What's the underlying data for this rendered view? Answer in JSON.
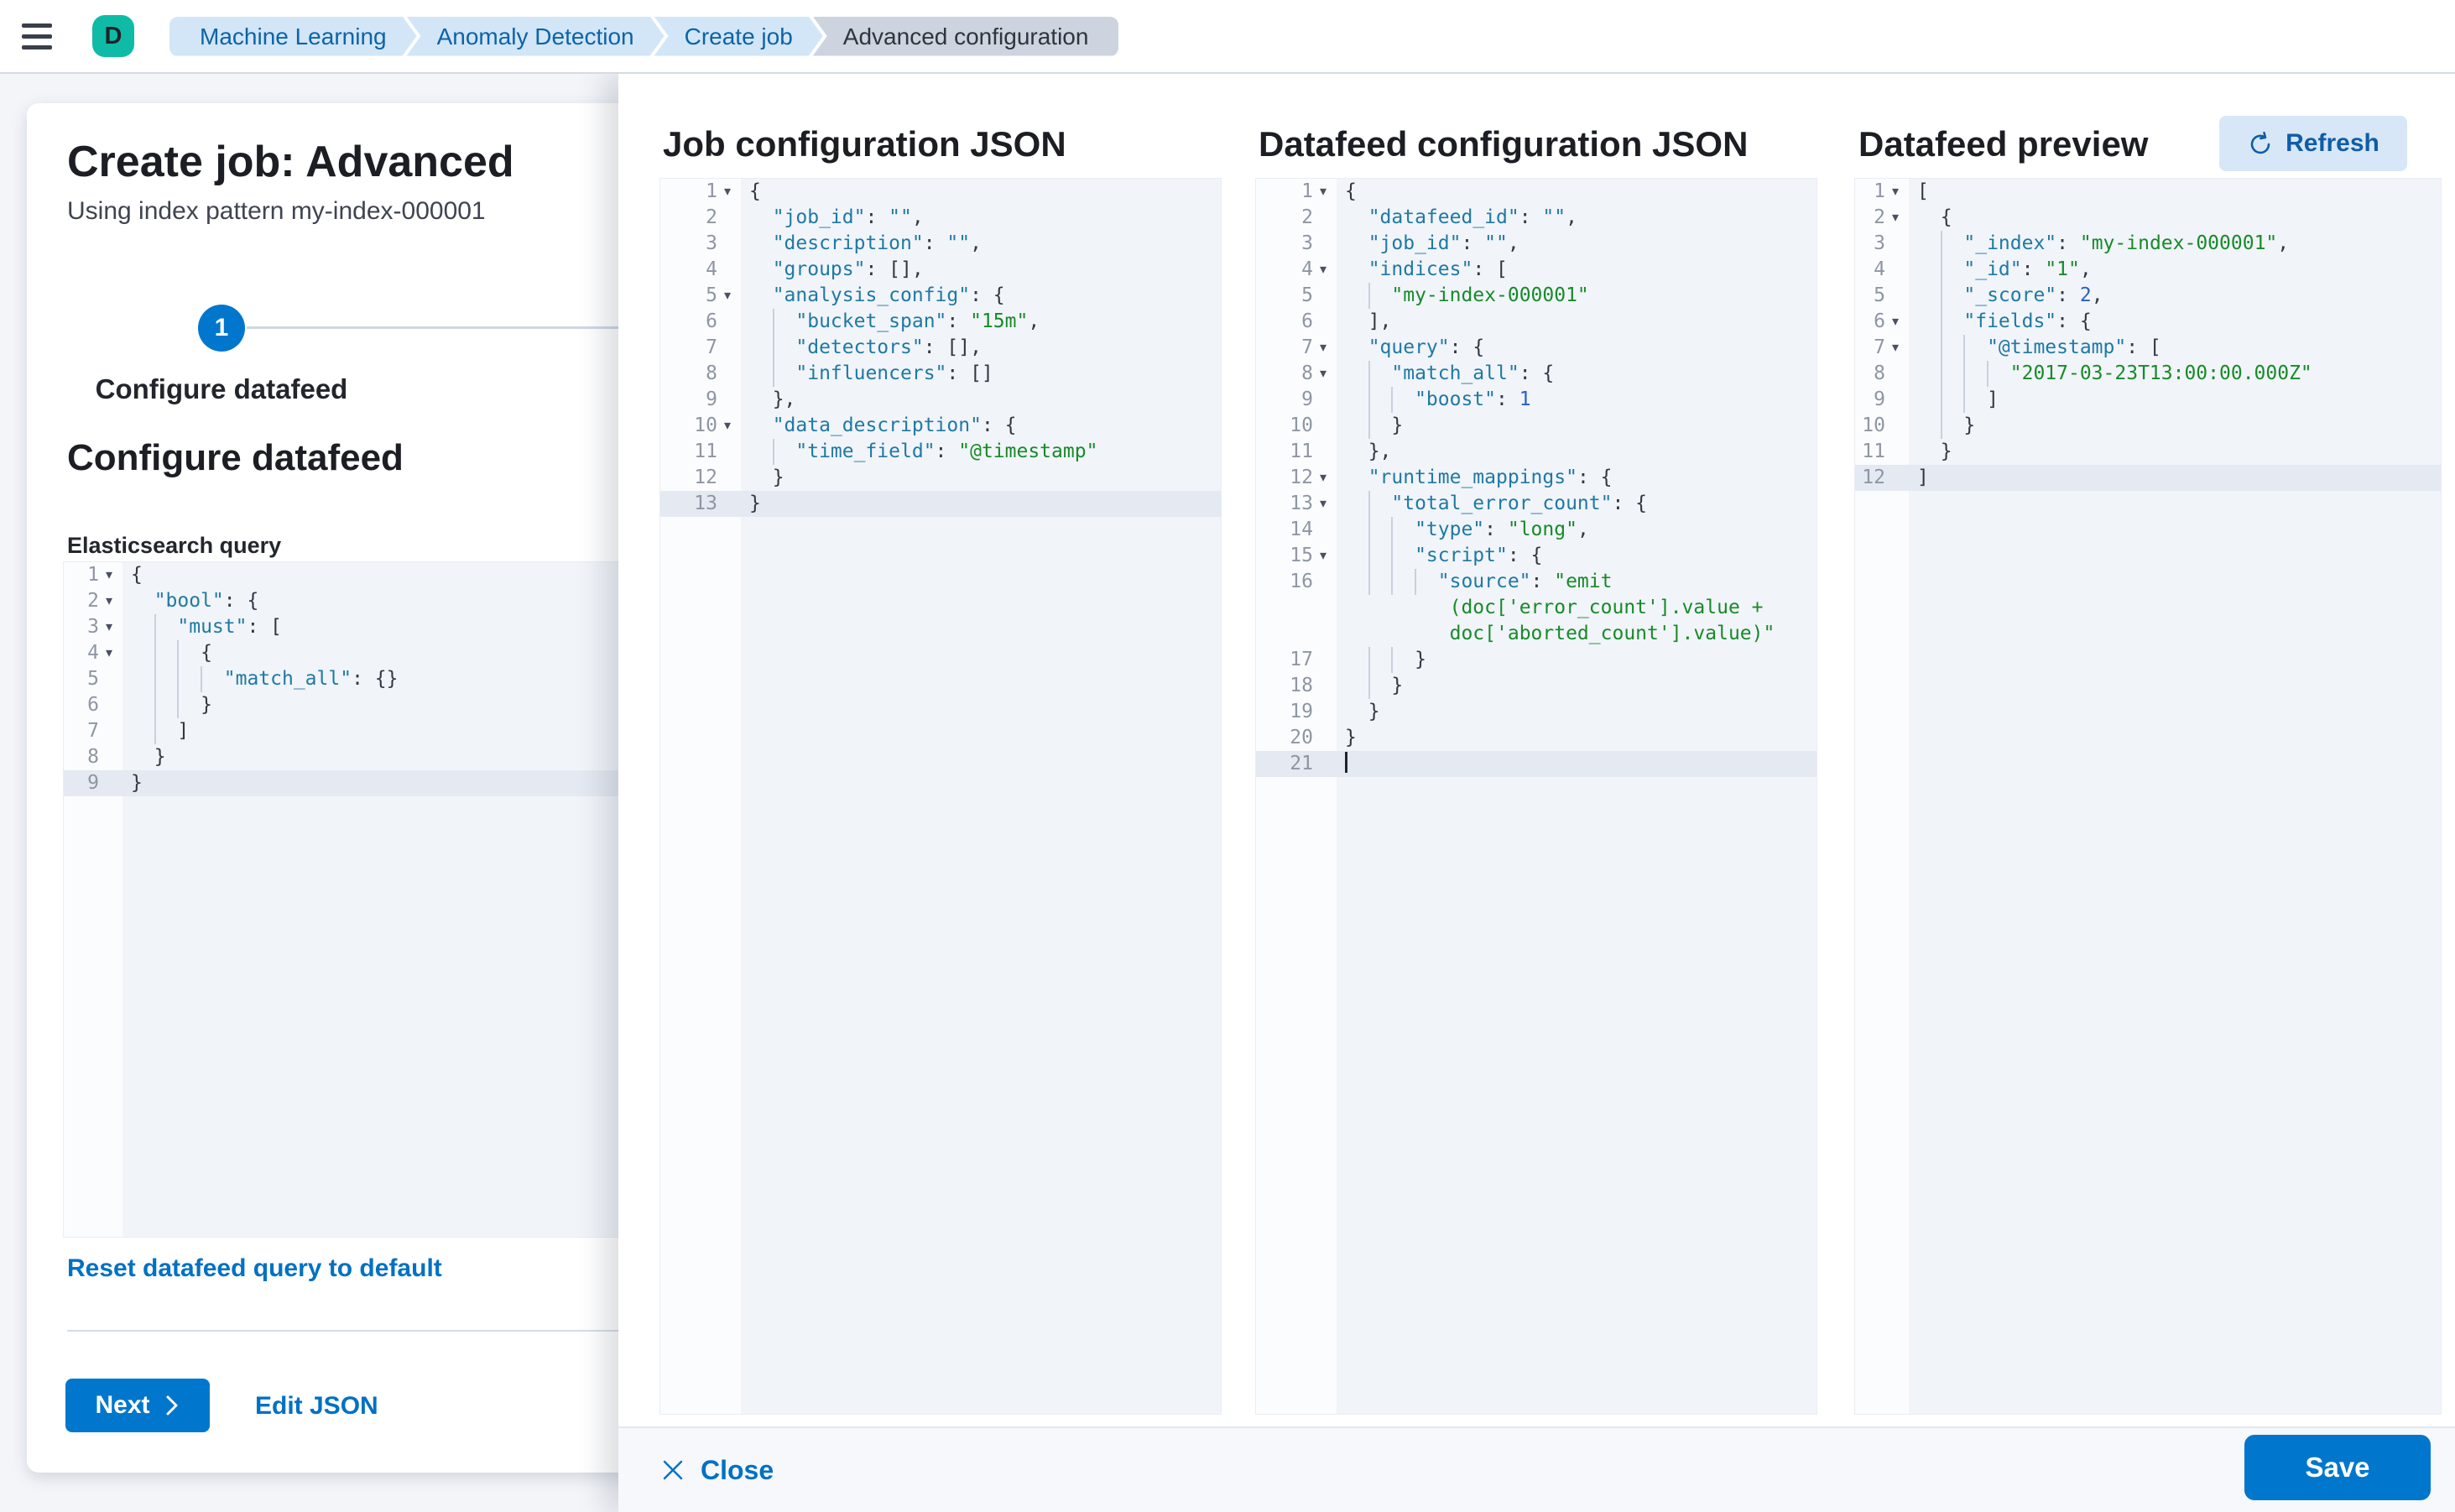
{
  "header": {
    "avatar_initial": "D",
    "breadcrumbs": [
      {
        "label": "Machine Learning",
        "current": false
      },
      {
        "label": "Anomaly Detection",
        "current": false
      },
      {
        "label": "Create job",
        "current": false
      },
      {
        "label": "Advanced configuration",
        "current": true
      }
    ]
  },
  "wizard": {
    "title": "Create job: Advanced",
    "subtitle": "Using index pattern my-index-000001",
    "step_number": "1",
    "step_label": "Configure datafeed",
    "section_heading": "Configure datafeed",
    "query_label": "Elasticsearch query",
    "reset_link": "Reset datafeed query to default",
    "next_button": "Next",
    "edit_json_link": "Edit JSON"
  },
  "flyout": {
    "col1_title": "Job configuration JSON",
    "col2_title": "Datafeed configuration JSON",
    "col3_title": "Datafeed preview",
    "refresh_button": "Refresh",
    "close_button": "Close",
    "save_button": "Save"
  },
  "colors": {
    "primary": "#0077CC",
    "link": "#0071C3",
    "avatar": "#0FBBA6",
    "breadcrumb_bg": "#D2E6F7",
    "breadcrumb_text": "#0D63A8",
    "syntax_key": "#1F79A3",
    "syntax_string": "#178A29",
    "syntax_number": "#2760C6",
    "editor_code_bg": "#F1F4F9",
    "editor_active_line": "#E4E9F2"
  },
  "editors": {
    "es_query": [
      {
        "n": 1,
        "f": 1,
        "i": 0,
        "t": [
          [
            "p",
            "{"
          ]
        ]
      },
      {
        "n": 2,
        "f": 1,
        "i": 1,
        "t": [
          [
            "k",
            "\"bool\""
          ],
          [
            "p",
            ": {"
          ]
        ]
      },
      {
        "n": 3,
        "f": 1,
        "i": 2,
        "t": [
          [
            "k",
            "\"must\""
          ],
          [
            "p",
            ": ["
          ]
        ]
      },
      {
        "n": 4,
        "f": 1,
        "i": 3,
        "t": [
          [
            "p",
            "{"
          ]
        ]
      },
      {
        "n": 5,
        "i": 4,
        "t": [
          [
            "k",
            "\"match_all\""
          ],
          [
            "p",
            ": {}"
          ]
        ]
      },
      {
        "n": 6,
        "i": 3,
        "t": [
          [
            "p",
            "}"
          ]
        ]
      },
      {
        "n": 7,
        "i": 2,
        "t": [
          [
            "p",
            "]"
          ]
        ]
      },
      {
        "n": 8,
        "i": 1,
        "t": [
          [
            "p",
            "}"
          ]
        ]
      },
      {
        "n": 9,
        "a": 1,
        "i": 0,
        "t": [
          [
            "p",
            "}"
          ]
        ]
      }
    ],
    "job_config": [
      {
        "n": 1,
        "f": 1,
        "i": 0,
        "t": [
          [
            "p",
            "{"
          ]
        ]
      },
      {
        "n": 2,
        "i": 1,
        "t": [
          [
            "k",
            "\"job_id\""
          ],
          [
            "p",
            ": "
          ],
          [
            "k",
            "\"\""
          ],
          [
            "p",
            ","
          ]
        ]
      },
      {
        "n": 3,
        "i": 1,
        "t": [
          [
            "k",
            "\"description\""
          ],
          [
            "p",
            ": "
          ],
          [
            "k",
            "\"\""
          ],
          [
            "p",
            ","
          ]
        ]
      },
      {
        "n": 4,
        "i": 1,
        "t": [
          [
            "k",
            "\"groups\""
          ],
          [
            "p",
            ": [],"
          ]
        ]
      },
      {
        "n": 5,
        "f": 1,
        "i": 1,
        "t": [
          [
            "k",
            "\"analysis_config\""
          ],
          [
            "p",
            ": {"
          ]
        ]
      },
      {
        "n": 6,
        "i": 2,
        "t": [
          [
            "k",
            "\"bucket_span\""
          ],
          [
            "p",
            ": "
          ],
          [
            "s",
            "\"15m\""
          ],
          [
            "p",
            ","
          ]
        ]
      },
      {
        "n": 7,
        "i": 2,
        "t": [
          [
            "k",
            "\"detectors\""
          ],
          [
            "p",
            ": [],"
          ]
        ]
      },
      {
        "n": 8,
        "i": 2,
        "t": [
          [
            "k",
            "\"influencers\""
          ],
          [
            "p",
            ": []"
          ]
        ]
      },
      {
        "n": 9,
        "i": 1,
        "t": [
          [
            "p",
            "},"
          ]
        ]
      },
      {
        "n": 10,
        "f": 1,
        "i": 1,
        "t": [
          [
            "k",
            "\"data_description\""
          ],
          [
            "p",
            ": {"
          ]
        ]
      },
      {
        "n": 11,
        "i": 2,
        "t": [
          [
            "k",
            "\"time_field\""
          ],
          [
            "p",
            ": "
          ],
          [
            "s",
            "\"@timestamp\""
          ]
        ]
      },
      {
        "n": 12,
        "i": 1,
        "t": [
          [
            "p",
            "}"
          ]
        ]
      },
      {
        "n": 13,
        "a": 1,
        "i": 0,
        "t": [
          [
            "p",
            "}"
          ]
        ]
      }
    ],
    "datafeed_config": [
      {
        "n": 1,
        "f": 1,
        "i": 0,
        "t": [
          [
            "p",
            "{"
          ]
        ]
      },
      {
        "n": 2,
        "i": 1,
        "t": [
          [
            "k",
            "\"datafeed_id\""
          ],
          [
            "p",
            ": "
          ],
          [
            "k",
            "\"\""
          ],
          [
            "p",
            ","
          ]
        ]
      },
      {
        "n": 3,
        "i": 1,
        "t": [
          [
            "k",
            "\"job_id\""
          ],
          [
            "p",
            ": "
          ],
          [
            "k",
            "\"\""
          ],
          [
            "p",
            ","
          ]
        ]
      },
      {
        "n": 4,
        "f": 1,
        "i": 1,
        "t": [
          [
            "k",
            "\"indices\""
          ],
          [
            "p",
            ": ["
          ]
        ]
      },
      {
        "n": 5,
        "i": 2,
        "t": [
          [
            "s",
            "\"my-index-000001\""
          ]
        ]
      },
      {
        "n": 6,
        "i": 1,
        "t": [
          [
            "p",
            "],"
          ]
        ]
      },
      {
        "n": 7,
        "f": 1,
        "i": 1,
        "t": [
          [
            "k",
            "\"query\""
          ],
          [
            "p",
            ": {"
          ]
        ]
      },
      {
        "n": 8,
        "f": 1,
        "i": 2,
        "t": [
          [
            "k",
            "\"match_all\""
          ],
          [
            "p",
            ": {"
          ]
        ]
      },
      {
        "n": 9,
        "i": 3,
        "t": [
          [
            "k",
            "\"boost\""
          ],
          [
            "p",
            ": "
          ],
          [
            "n",
            "1"
          ]
        ]
      },
      {
        "n": 10,
        "i": 2,
        "t": [
          [
            "p",
            "}"
          ]
        ]
      },
      {
        "n": 11,
        "i": 1,
        "t": [
          [
            "p",
            "},"
          ]
        ]
      },
      {
        "n": 12,
        "f": 1,
        "i": 1,
        "t": [
          [
            "k",
            "\"runtime_mappings\""
          ],
          [
            "p",
            ": {"
          ]
        ]
      },
      {
        "n": 13,
        "f": 1,
        "i": 2,
        "t": [
          [
            "k",
            "\"total_error_count\""
          ],
          [
            "p",
            ": {"
          ]
        ]
      },
      {
        "n": 14,
        "i": 3,
        "t": [
          [
            "k",
            "\"type\""
          ],
          [
            "p",
            ": "
          ],
          [
            "s",
            "\"long\""
          ],
          [
            "p",
            ","
          ]
        ]
      },
      {
        "n": 15,
        "f": 1,
        "i": 3,
        "t": [
          [
            "k",
            "\"script\""
          ],
          [
            "p",
            ": {"
          ]
        ]
      },
      {
        "n": 16,
        "i": 4,
        "t": [
          [
            "k",
            "\"source\""
          ],
          [
            "p",
            ": "
          ],
          [
            "s",
            "\"emit"
          ]
        ]
      },
      {
        "c": 1,
        "pad": 9,
        "t": [
          [
            "s",
            "(doc['error_count'].value +"
          ]
        ]
      },
      {
        "c": 1,
        "pad": 9,
        "t": [
          [
            "s",
            "doc['aborted_count'].value)\""
          ]
        ]
      },
      {
        "n": 17,
        "i": 3,
        "t": [
          [
            "p",
            "}"
          ]
        ]
      },
      {
        "n": 18,
        "i": 2,
        "t": [
          [
            "p",
            "}"
          ]
        ]
      },
      {
        "n": 19,
        "i": 1,
        "t": [
          [
            "p",
            "}"
          ]
        ]
      },
      {
        "n": 20,
        "i": 0,
        "t": [
          [
            "p",
            "}"
          ]
        ]
      },
      {
        "n": 21,
        "a": 1,
        "cur": 1,
        "i": 0,
        "t": []
      }
    ],
    "preview": [
      {
        "n": 1,
        "f": 1,
        "i": 0,
        "t": [
          [
            "p",
            "["
          ]
        ]
      },
      {
        "n": 2,
        "f": 1,
        "i": 1,
        "t": [
          [
            "p",
            "{"
          ]
        ]
      },
      {
        "n": 3,
        "i": 2,
        "t": [
          [
            "k",
            "\"_index\""
          ],
          [
            "p",
            ": "
          ],
          [
            "s",
            "\"my-index-000001\""
          ],
          [
            "p",
            ","
          ]
        ]
      },
      {
        "n": 4,
        "i": 2,
        "t": [
          [
            "k",
            "\"_id\""
          ],
          [
            "p",
            ": "
          ],
          [
            "s",
            "\"1\""
          ],
          [
            "p",
            ","
          ]
        ]
      },
      {
        "n": 5,
        "i": 2,
        "t": [
          [
            "k",
            "\"_score\""
          ],
          [
            "p",
            ": "
          ],
          [
            "n",
            "2"
          ],
          [
            "p",
            ","
          ]
        ]
      },
      {
        "n": 6,
        "f": 1,
        "i": 2,
        "t": [
          [
            "k",
            "\"fields\""
          ],
          [
            "p",
            ": {"
          ]
        ]
      },
      {
        "n": 7,
        "f": 1,
        "i": 3,
        "t": [
          [
            "k",
            "\"@timestamp\""
          ],
          [
            "p",
            ": ["
          ]
        ]
      },
      {
        "n": 8,
        "i": 4,
        "t": [
          [
            "s",
            "\"2017-03-23T13:00:00.000Z\""
          ]
        ]
      },
      {
        "n": 9,
        "i": 3,
        "t": [
          [
            "p",
            "]"
          ]
        ]
      },
      {
        "n": 10,
        "i": 2,
        "t": [
          [
            "p",
            "}"
          ]
        ]
      },
      {
        "n": 11,
        "i": 1,
        "t": [
          [
            "p",
            "}"
          ]
        ]
      },
      {
        "n": 12,
        "a": 1,
        "i": 0,
        "t": [
          [
            "p",
            "]"
          ]
        ]
      }
    ]
  }
}
